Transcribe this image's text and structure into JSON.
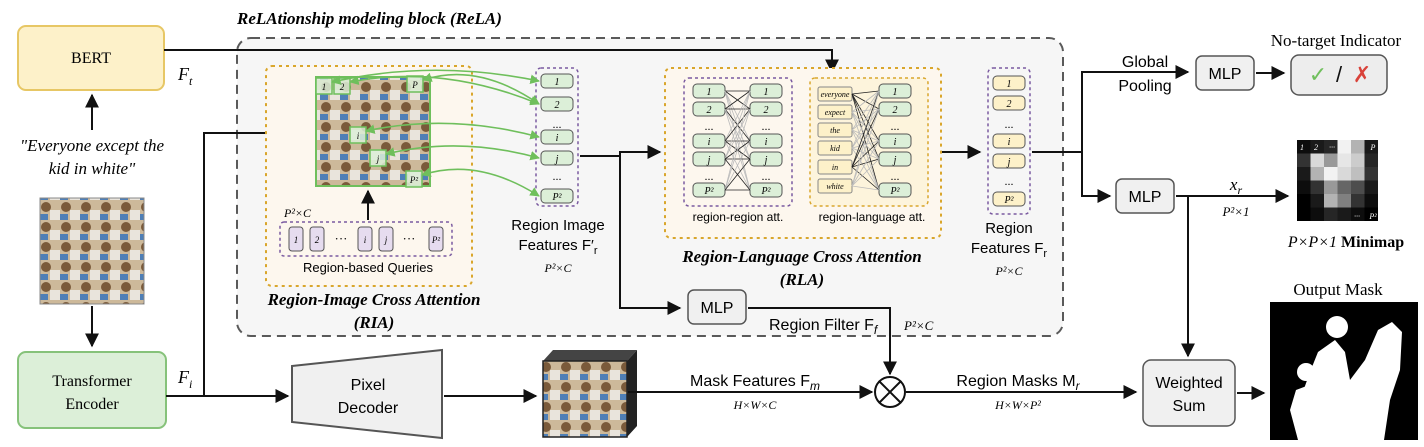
{
  "title": "ReLAtionship modeling block (ReLA)",
  "bert": {
    "label": "BERT",
    "features": "F",
    "features_sub": "t"
  },
  "expression": {
    "line1": "\"Everyone except the",
    "line2": "kid in white\""
  },
  "encoder": {
    "line1": "Transformer",
    "line2": "Encoder",
    "features": "F",
    "features_sub": "i"
  },
  "pixel_decoder": {
    "line1": "Pixel",
    "line2": "Decoder"
  },
  "ria": {
    "title_line1": "Region-Image Cross Attention",
    "title_line2": "(RIA)",
    "queries_label": "Region-based Queries",
    "query_dim": "P²×C",
    "query_tokens": [
      "1",
      "2",
      "···",
      "i",
      "j",
      "···",
      "P²"
    ],
    "image_patch_labels": [
      "1",
      "2",
      "P",
      "i",
      "j",
      "P²"
    ]
  },
  "region_image_features": {
    "line1": "Region Image",
    "line2": "Features F′",
    "sub": "r",
    "dim": "P²×C",
    "tokens": [
      "1",
      "2",
      "···",
      "i",
      "j",
      "···",
      "P²"
    ]
  },
  "rla": {
    "title_line1": "Region-Language Cross Attention",
    "title_line2": "(RLA)",
    "rr_label": "region-region att.",
    "rl_label": "region-language att.",
    "region_tokens": [
      "1",
      "2",
      "···",
      "i",
      "j",
      "···",
      "P²"
    ],
    "words": [
      "everyone",
      "expect",
      "the",
      "kid",
      "in",
      "white"
    ]
  },
  "region_features": {
    "line1": "Region",
    "line2": "Features F",
    "sub": "r",
    "dim": "P²×C",
    "tokens": [
      "1",
      "2",
      "···",
      "i",
      "j",
      "···",
      "P²"
    ]
  },
  "global_pooling": {
    "line1": "Global",
    "line2": "Pooling"
  },
  "mlp_label": "MLP",
  "no_target": {
    "title": "No-target Indicator",
    "check": "✓",
    "slash": "/",
    "cross": "✗"
  },
  "minimap": {
    "xr": "x",
    "xr_sub": "r",
    "dim": "P²×1",
    "caption_prefix": "P×P×1",
    "caption_bold": "Minimap",
    "corner_labels": [
      "1",
      "2",
      "···",
      "P",
      "···",
      "P²"
    ],
    "cells": [
      0.05,
      0.1,
      0.15,
      0.95,
      0.7,
      0.1,
      0.2,
      0.85,
      0.6,
      0.9,
      0.8,
      0.15,
      0.1,
      0.7,
      0.95,
      0.85,
      0.75,
      0.2,
      0.05,
      0.2,
      0.6,
      0.4,
      0.3,
      0.1,
      0.0,
      0.1,
      0.7,
      0.5,
      0.2,
      0.05,
      0.0,
      0.05,
      0.15,
      0.1,
      0.05,
      0.0
    ]
  },
  "region_filter": {
    "label": "Region Filter F",
    "sub": "f",
    "dim": "P²×C"
  },
  "mask_features": {
    "label": "Mask Features F",
    "sub": "m",
    "dim": "H×W×C"
  },
  "region_masks": {
    "label": "Region Masks M",
    "sub": "r",
    "dim": "H×W×P²"
  },
  "weighted_sum": {
    "line1": "Weighted",
    "line2": "Sum"
  },
  "output_mask": {
    "title": "Output Mask"
  },
  "colors": {
    "bert": "#fdf1c9",
    "bert_border": "#e7c765",
    "encoder": "#dcefd8",
    "encoder_border": "#86c27a",
    "token_green": "#dcefd8",
    "token_yellow": "#fdf1c9",
    "token_purple": "#e6dcef",
    "ria_border": "#d9a62c",
    "dash_border": "#5a5a5a",
    "arrow_green": "#6fbf5c"
  }
}
